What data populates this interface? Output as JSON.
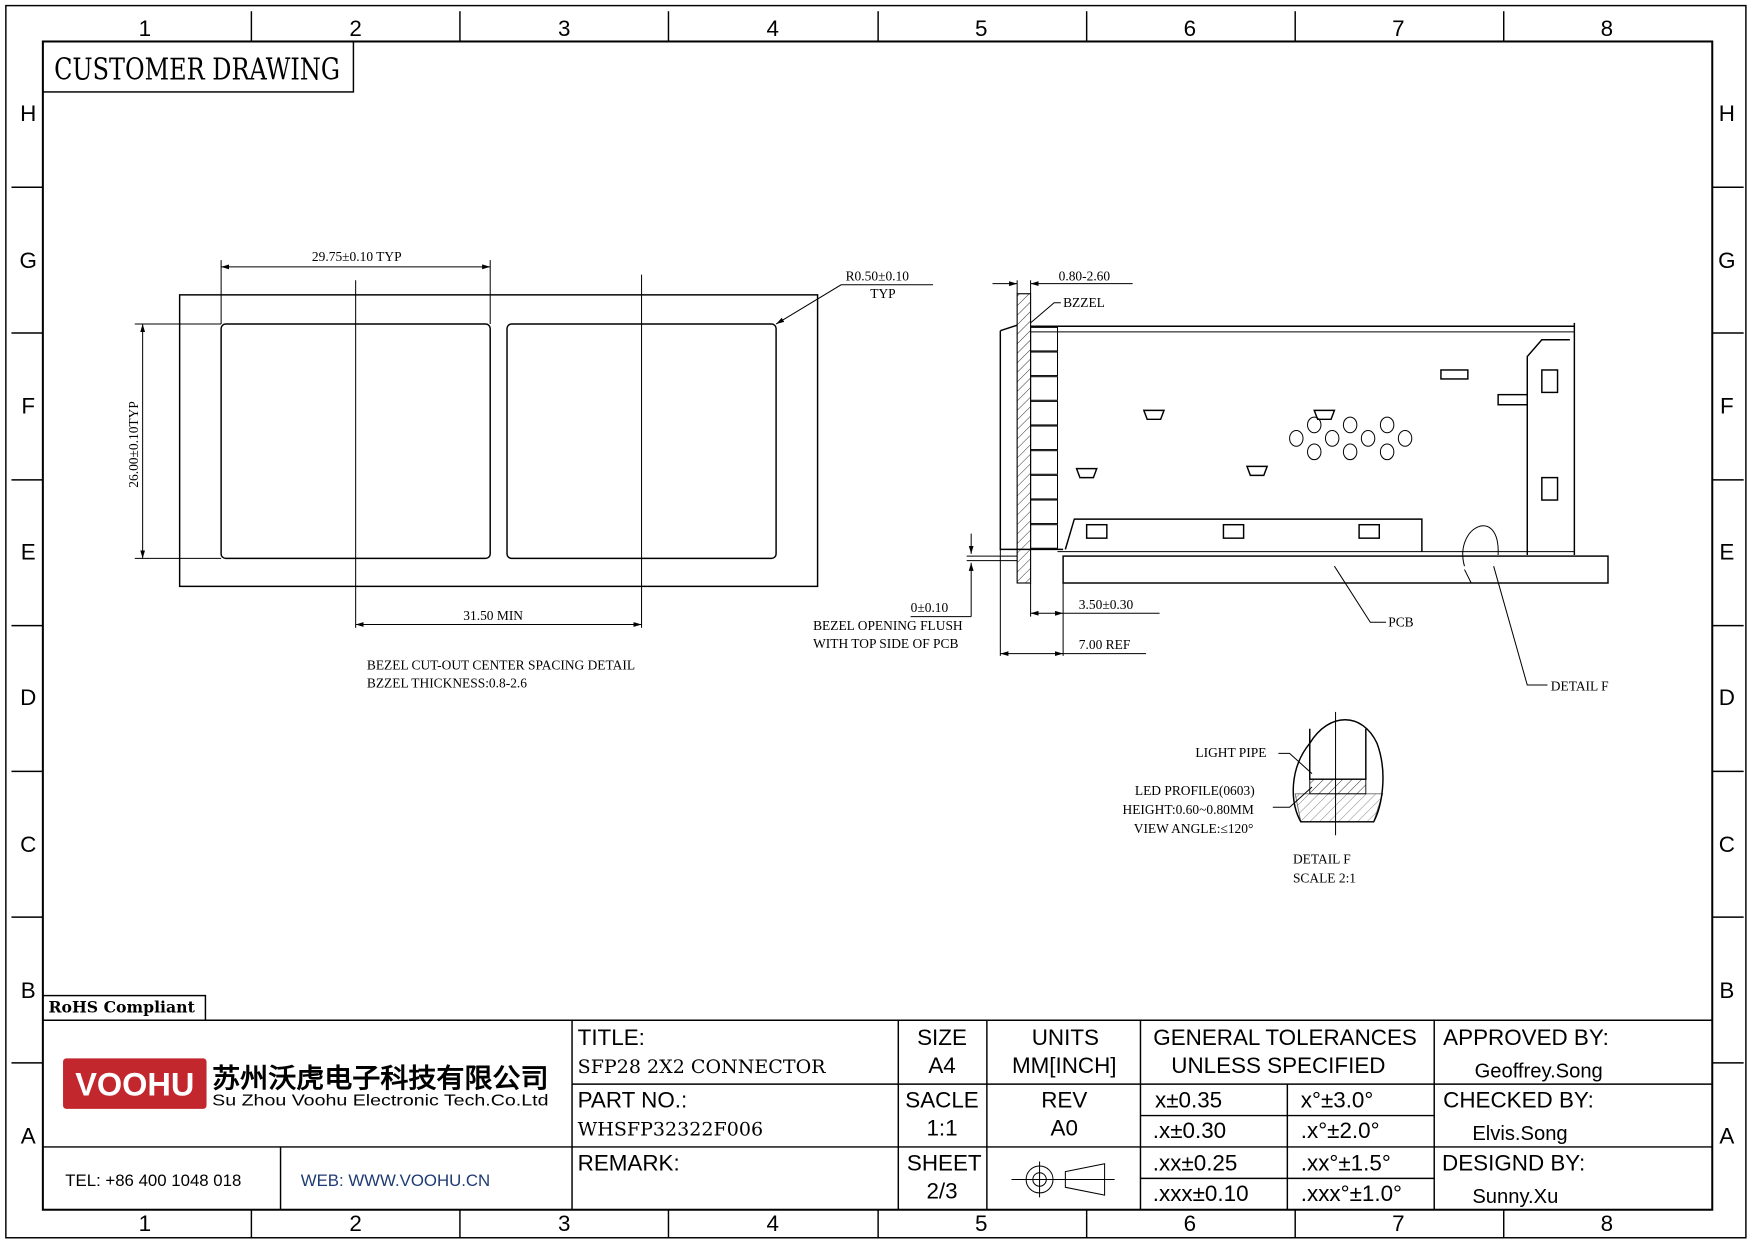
{
  "frame": {
    "columns": [
      "1",
      "2",
      "3",
      "4",
      "5",
      "6",
      "7",
      "8"
    ],
    "rows": [
      "H",
      "G",
      "F",
      "E",
      "D",
      "C",
      "B",
      "A"
    ]
  },
  "header": {
    "title": "CUSTOMER DRAWING"
  },
  "bezel_view": {
    "dim_width": "29.75±0.10 TYP",
    "dim_height": "26.00±0.10TYP",
    "dim_spacing": "31.50 MIN",
    "radius_line1": "R0.50±0.10",
    "radius_line2": "TYP",
    "note_line1": "BEZEL CUT-OUT CENTER SPACING DETAIL",
    "note_line2": "BZZEL THICKNESS:0.8-2.6"
  },
  "side_view": {
    "dim_bezel_thickness": "0.80-2.60",
    "label_bezel": "BZZEL",
    "dim_flush": "0±0.10",
    "note_flush_line1": "BEZEL OPENING FLUSH",
    "note_flush_line2": "WITH TOP SIDE OF PCB",
    "dim_offset": "3.50±0.30",
    "dim_ref": "7.00 REF",
    "label_pcb": "PCB",
    "label_detail": "DETAIL F"
  },
  "detail_f": {
    "label_light_pipe": "LIGHT PIPE",
    "led_line1": "LED PROFILE(0603)",
    "led_line2": "HEIGHT:0.60~0.80MM",
    "led_line3": "VIEW ANGLE:≤120°",
    "title": "DETAIL F",
    "scale": "SCALE 2:1"
  },
  "title_block": {
    "rohs": "RoHS Compliant",
    "logo_text": "VOOHU",
    "company_cn": "苏州沃虎电子科技有限公司",
    "company_en": "Su Zhou Voohu Electronic Tech.Co.Ltd",
    "tel": "TEL: +86 400 1048 018",
    "web": "WEB: WWW.VOOHU.CN",
    "title_label": "TITLE:",
    "title_value": "SFP28 2X2 CONNECTOR",
    "part_label": "PART NO.:",
    "part_value": "WHSFP32322F006",
    "remark_label": "REMARK:",
    "size_label": "SIZE",
    "size_value": "A4",
    "units_label": "UNITS",
    "units_value": "MM[INCH]",
    "scale_label": "SACLE",
    "scale_value": "1:1",
    "rev_label": "REV",
    "rev_value": "A0",
    "sheet_label": "SHEET",
    "sheet_value": "2/3",
    "tol_line1": "GENERAL TOLERANCES",
    "tol_line2": "UNLESS SPECIFIED",
    "tolerances": [
      [
        "x±0.35",
        "x°±3.0°"
      ],
      [
        ".x±0.30",
        ".x°±2.0°"
      ],
      [
        ".xx±0.25",
        ".xx°±1.5°"
      ],
      [
        ".xxx±0.10",
        ".xxx°±1.0°"
      ]
    ],
    "approved_label": "APPROVED BY:",
    "approved_value": "Geoffrey.Song",
    "checked_label": "CHECKED BY:",
    "checked_value": "Elvis.Song",
    "designed_label": "DESIGND BY:",
    "designed_value": "Sunny.Xu",
    "brand_color": "#c1272d",
    "web_color": "#1f3b73"
  }
}
